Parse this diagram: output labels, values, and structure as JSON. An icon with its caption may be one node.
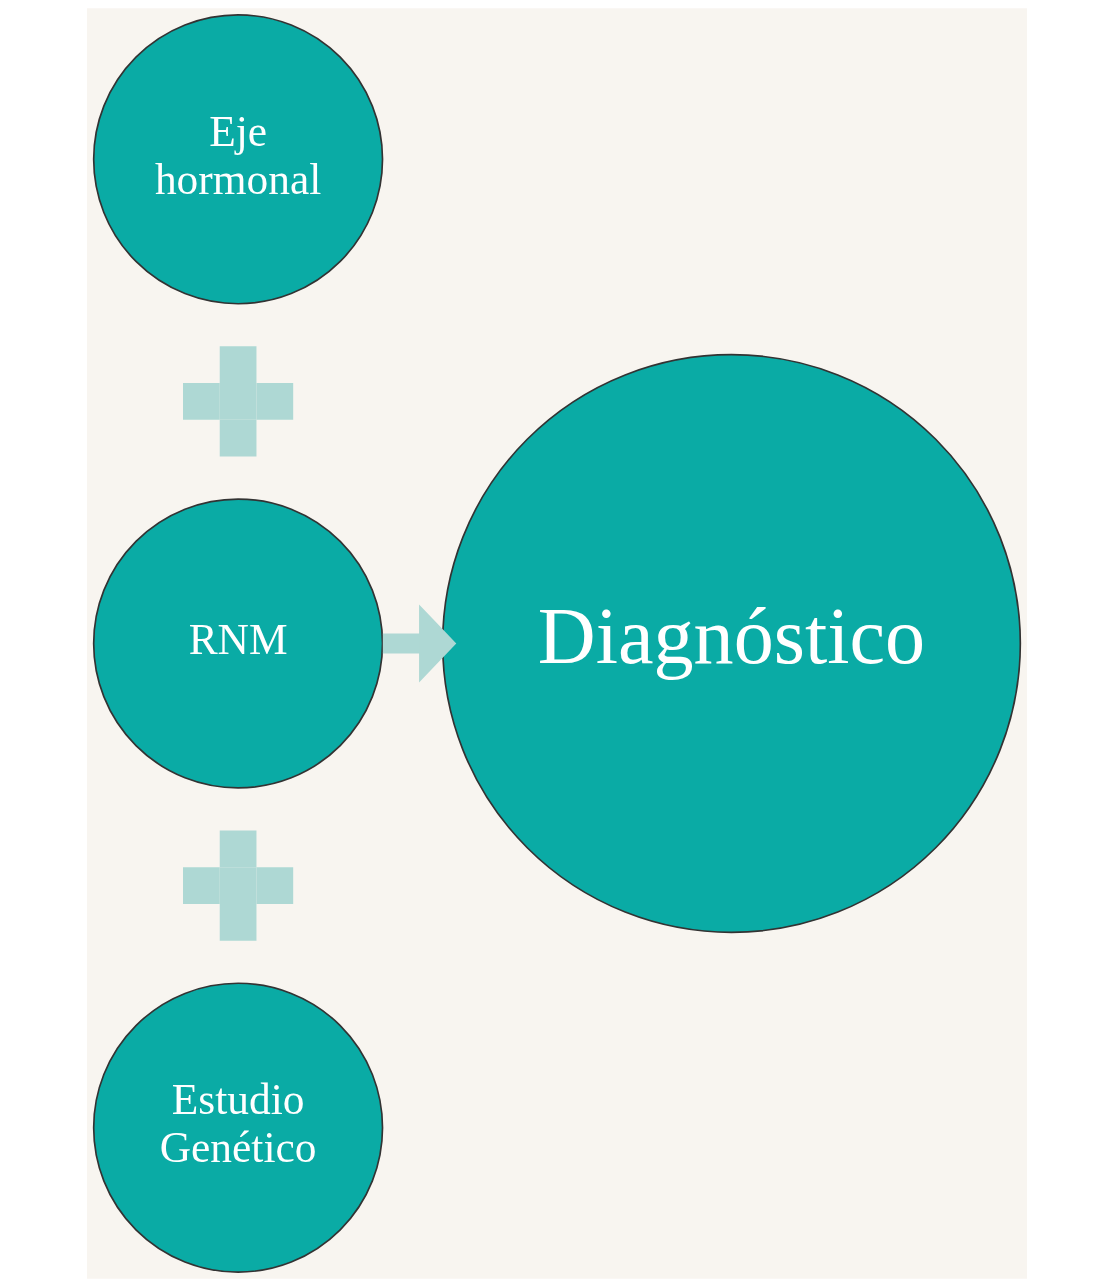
{
  "diagram": {
    "nodes": [
      {
        "text": [
          "Eje hormonal"
        ]
      },
      {
        "text": [],
        "shape": "plus"
      },
      {
        "text": [
          "RNM"
        ]
      },
      {
        "text": [],
        "shape": "plus"
      },
      {
        "text": [
          "Estudio Genético"
        ]
      },
      {
        "text": [
          "Diagnóstico"
        ]
      }
    ],
    "edges": [
      {
        "from": 2,
        "to": 5,
        "arrow": "to"
      }
    ]
  }
}
